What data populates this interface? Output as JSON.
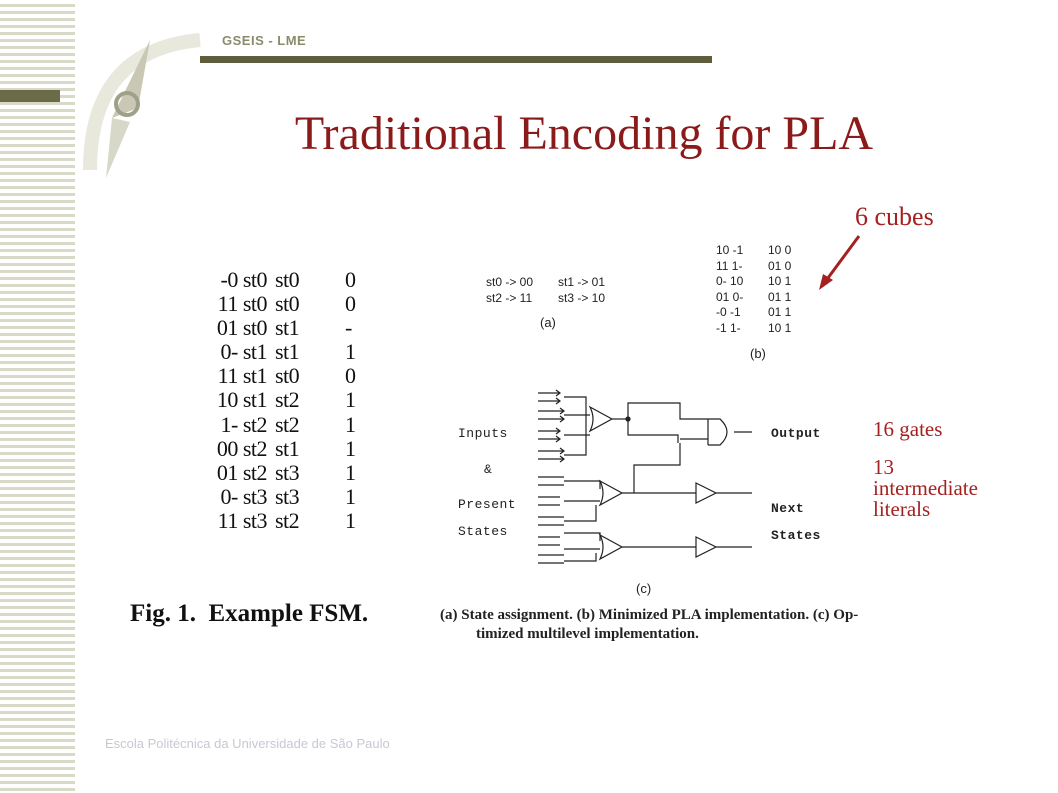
{
  "header": {
    "label": "GSEIS - LME"
  },
  "slide": {
    "title": "Traditional Encoding for PLA"
  },
  "annotations": {
    "cubes": "6 cubes",
    "gates": "16 gates",
    "literals_line1": "13",
    "literals_line2": "intermediate",
    "literals_line3": "literals"
  },
  "fsm_table": {
    "rows": [
      [
        "-0 st0",
        "st0",
        "0"
      ],
      [
        "11 st0",
        "st0",
        "0"
      ],
      [
        "01 st0",
        "st1",
        "-"
      ],
      [
        "0- st1",
        "st1",
        "1"
      ],
      [
        "11 st1",
        "st0",
        "0"
      ],
      [
        "10 st1",
        "st2",
        "1"
      ],
      [
        "1- st2",
        "st2",
        "1"
      ],
      [
        "00 st2",
        "st1",
        "1"
      ],
      [
        "01 st2",
        "st3",
        "1"
      ],
      [
        "0- st3",
        "st3",
        "1"
      ],
      [
        "11 st3",
        "st2",
        "1"
      ]
    ],
    "caption": "Fig. 1.  Example FSM."
  },
  "state_assignment": {
    "rows": [
      [
        "st0 -> 00",
        "st1 -> 01"
      ],
      [
        "st2 -> 11",
        "st3 -> 10"
      ]
    ],
    "label": "(a)"
  },
  "pla_cubes": {
    "rows": [
      [
        "10 -1",
        "10 0"
      ],
      [
        "11 1-",
        "01 0"
      ],
      [
        "0- 10",
        "10 1"
      ],
      [
        "01 0-",
        "01 1"
      ],
      [
        "-0 -1",
        "01 1"
      ],
      [
        "-1 1-",
        "10 1"
      ]
    ],
    "label": "(b)"
  },
  "circuit": {
    "inputs_label": "Inputs",
    "and_label": "&",
    "present_label": "Present",
    "states_label": "States",
    "output_label": "Output",
    "next_label": "Next",
    "next_states_label": "States",
    "label": "(c)"
  },
  "figure_caption": {
    "line1": "(a) State assignment. (b) Minimized PLA implementation. (c) Op-",
    "line2": "timized multilevel implementation."
  },
  "footer": {
    "text": "Escola Politécnica da Universidade de São Paulo"
  },
  "colors": {
    "title": "#8b1a1a",
    "accent": "#a52020",
    "header_bar": "#5e5e3e",
    "stripes": "#d9d9c8"
  }
}
